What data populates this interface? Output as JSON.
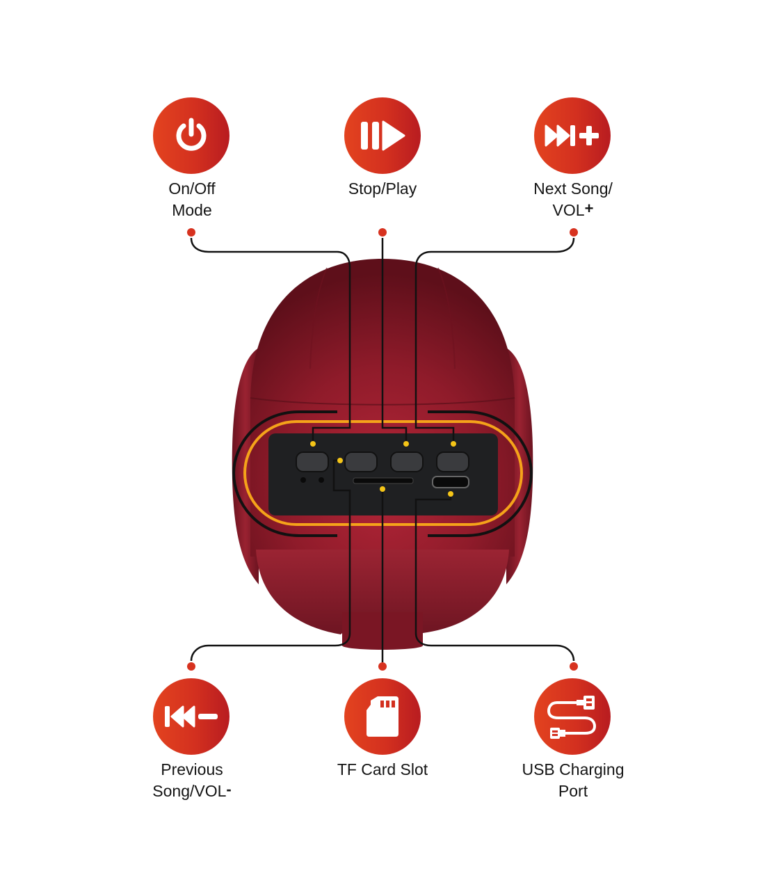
{
  "diagram": {
    "subject": "Portable speaker control panel",
    "colors": {
      "icon_gradient_start": "#e3431f",
      "icon_gradient_end": "#b81c20",
      "speaker_body": "#8e1c2a",
      "panel": "#1e1f21",
      "highlight_ring": "#f5a31a",
      "leader_line": "#111111",
      "anchor_dot": "#d7321f",
      "button_marker": "#f5c518"
    },
    "top_features": [
      {
        "id": "power",
        "icon": "power-icon",
        "line1": "On/Off",
        "line2": "Mode"
      },
      {
        "id": "play",
        "icon": "pause-play-icon",
        "line1": "Stop/Play",
        "line2": ""
      },
      {
        "id": "next",
        "icon": "next-track-plus-icon",
        "line1": "Next Song/",
        "line2": "VOL",
        "line2_suffix": "+"
      }
    ],
    "bottom_features": [
      {
        "id": "prev",
        "icon": "previous-track-minus-icon",
        "line1": "Previous",
        "line2": "Song/VOL",
        "line2_suffix": "-"
      },
      {
        "id": "tf",
        "icon": "sd-card-icon",
        "line1": "TF Card Slot",
        "line2": ""
      },
      {
        "id": "usb",
        "icon": "usb-cable-icon",
        "line1": "USB Charging",
        "line2": "Port"
      }
    ]
  }
}
